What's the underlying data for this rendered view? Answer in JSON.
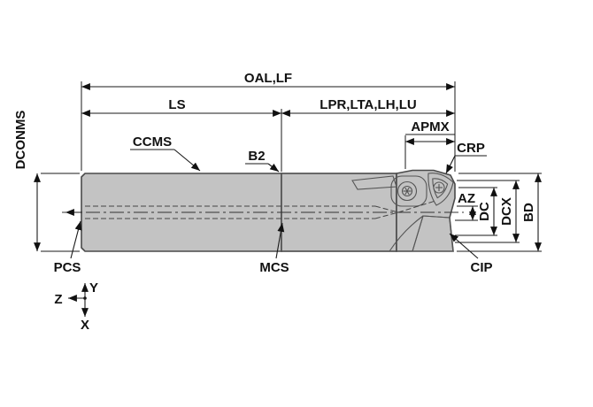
{
  "diagram": {
    "dimensions": {
      "oal": "OAL,LF",
      "ls": "LS",
      "lpr": "LPR,LTA,LH,LU",
      "apmx": "APMX",
      "crp": "CRP",
      "az": "AZ",
      "dc": "DC",
      "dcx": "DCX",
      "bd": "BD",
      "dconms": "DCONMS",
      "ccms": "CCMS",
      "b2": "B2",
      "pcs": "PCS",
      "mcs": "MCS",
      "cip": "CIP"
    },
    "axes": {
      "x": "X",
      "y": "Y",
      "z": "Z"
    },
    "colors": {
      "insert": "#F6C500",
      "insert_inner": "#EFB900",
      "body": "#c3c3c3",
      "screw": "#c8c8c8",
      "section_bg": "#e9e9e9",
      "line": "#1a1a1a"
    }
  }
}
